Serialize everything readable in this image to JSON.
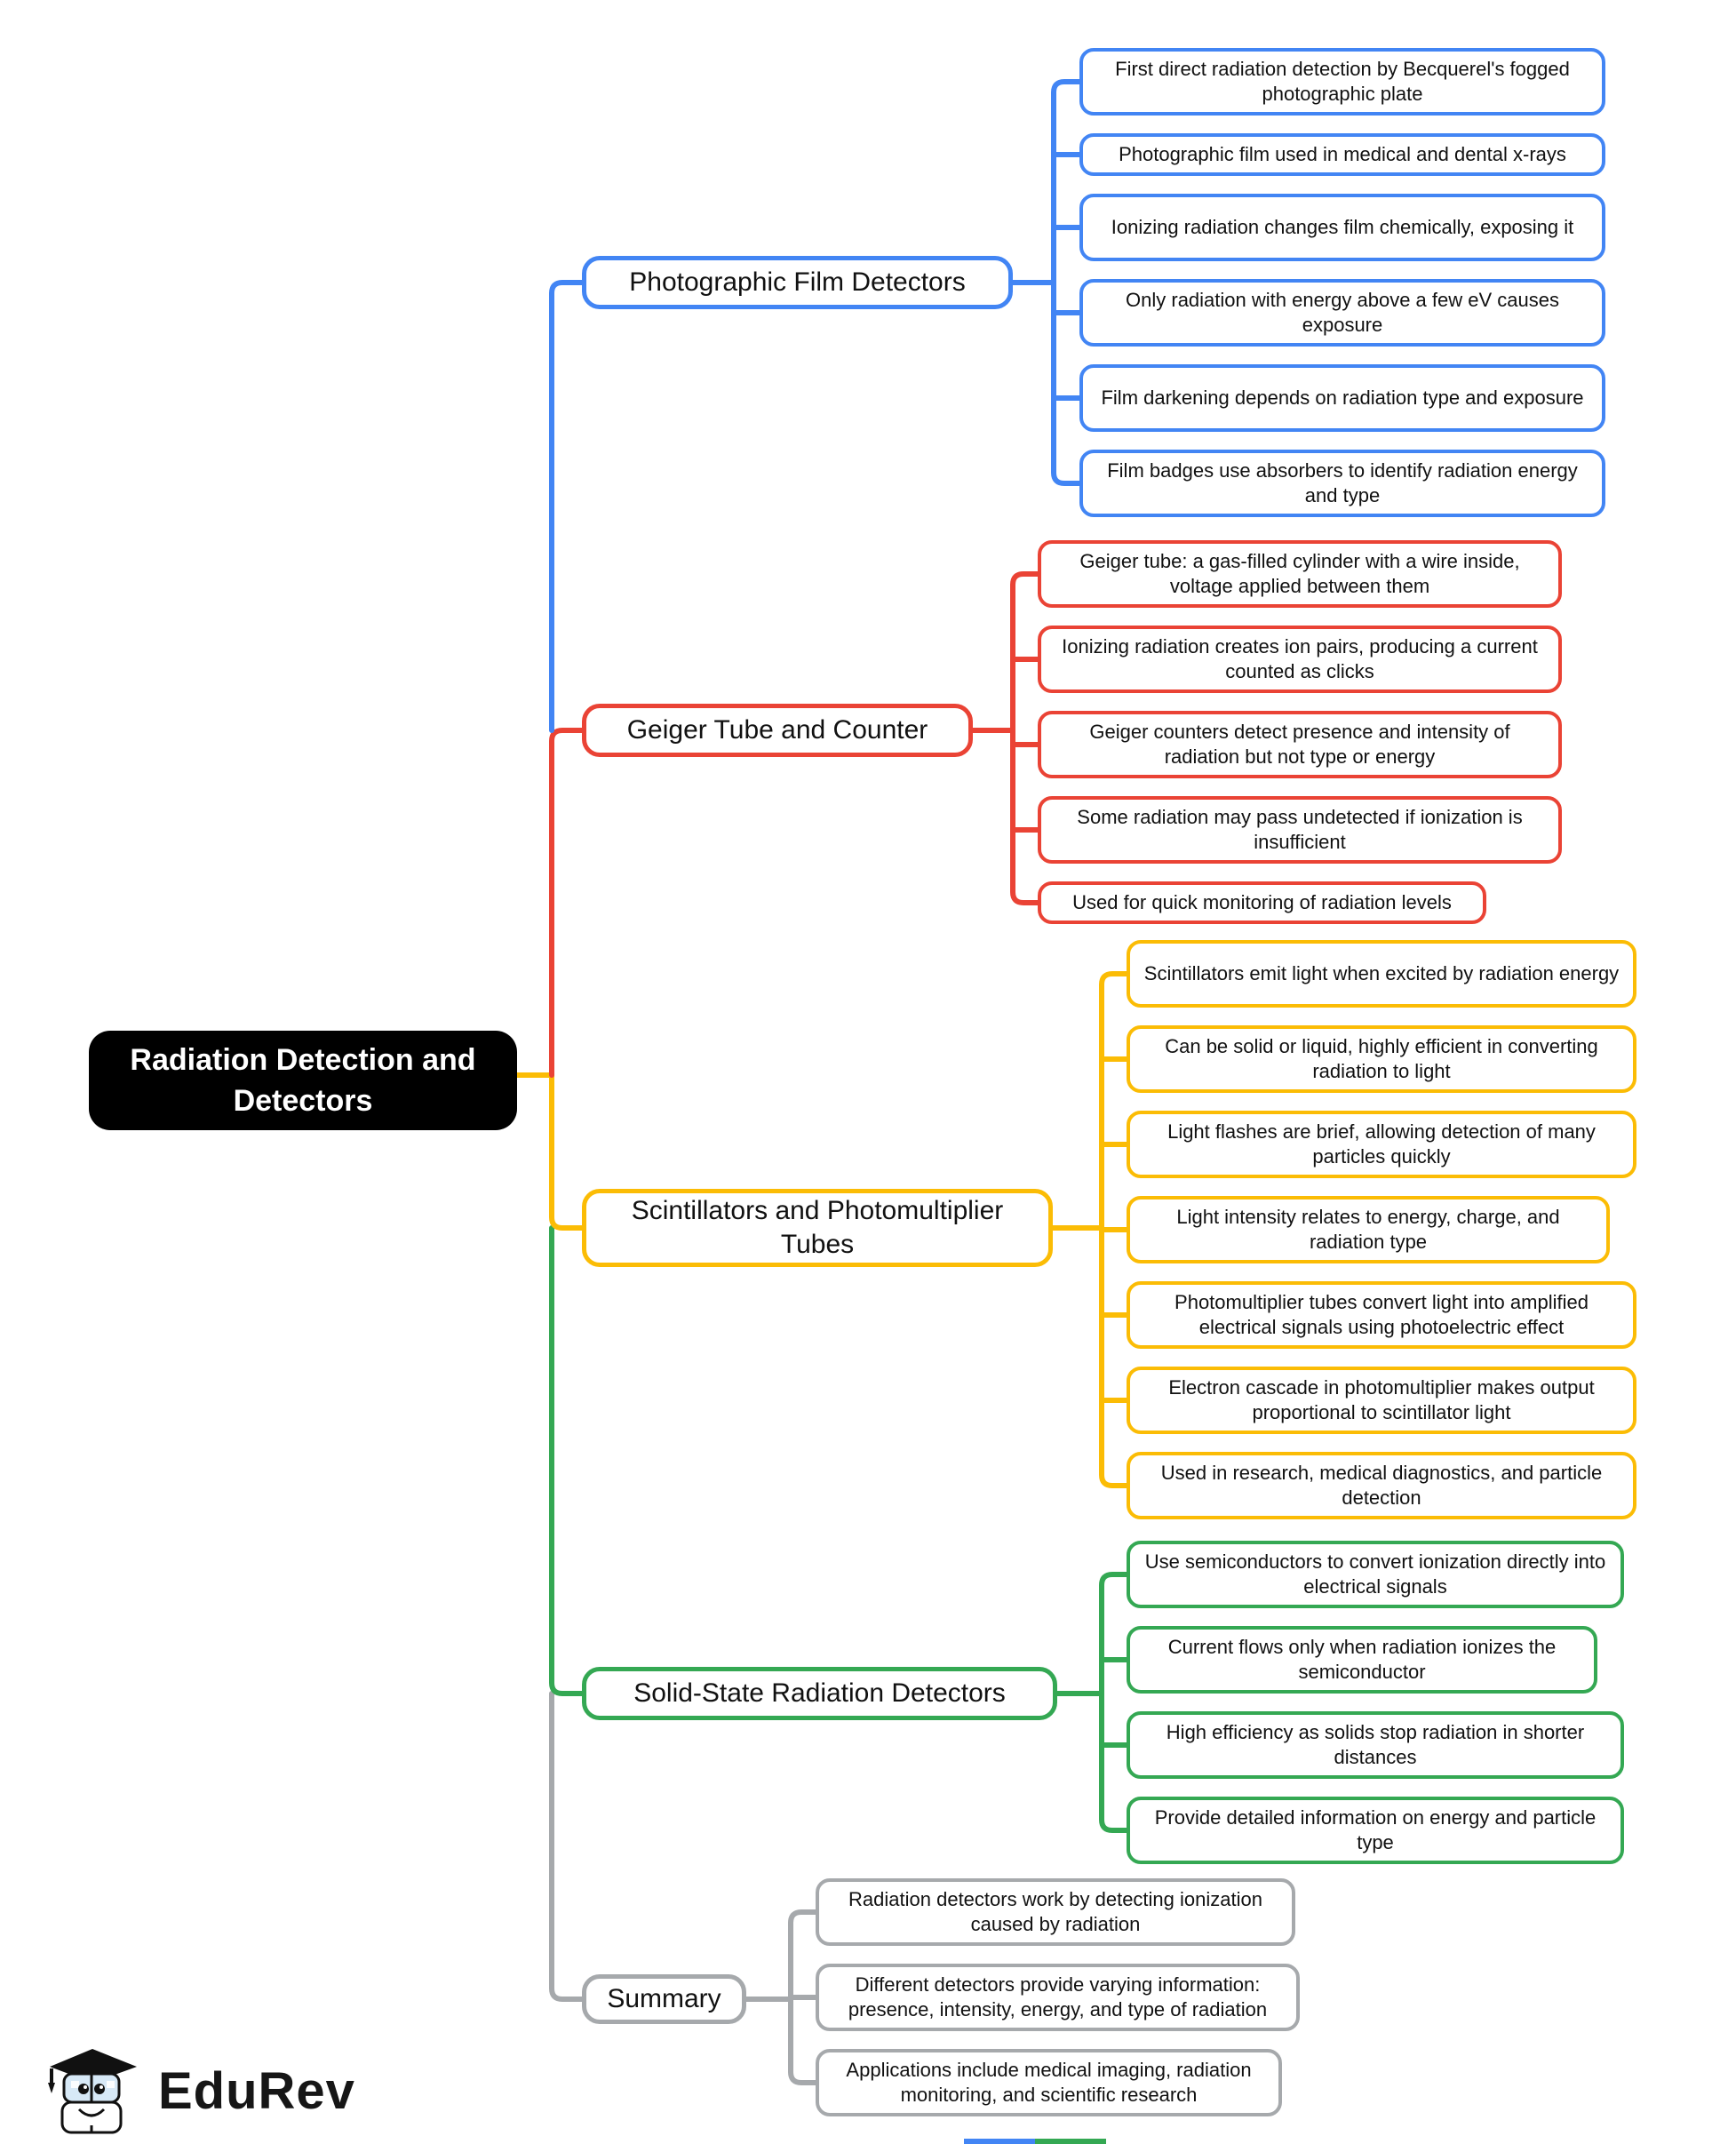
{
  "root": {
    "label": "Radiation Detection and Detectors",
    "bg_color": "#000000",
    "text_color": "#ffffff"
  },
  "branches": [
    {
      "id": "photographic-film-detectors",
      "label": "Photographic Film Detectors",
      "color": "#4285F4",
      "leaves": [
        "First direct radiation detection by Becquerel's fogged photographic plate",
        "Photographic film used in medical and dental x-rays",
        "Ionizing radiation changes film chemically, exposing it",
        "Only radiation with energy above a few eV causes exposure",
        "Film darkening depends on radiation type and exposure",
        "Film badges use absorbers to identify radiation energy and type"
      ]
    },
    {
      "id": "geiger-tube-and-counter",
      "label": "Geiger Tube and Counter",
      "color": "#EA4335",
      "leaves": [
        "Geiger tube: a gas-filled cylinder with a wire inside, voltage applied between them",
        "Ionizing radiation creates ion pairs, producing a current counted as clicks",
        "Geiger counters detect presence and intensity of radiation but not type or energy",
        "Some radiation may pass undetected if ionization is insufficient",
        "Used for quick monitoring of radiation levels"
      ]
    },
    {
      "id": "scintillators-and-photomultiplier-tubes",
      "label": "Scintillators and Photomultiplier Tubes",
      "color": "#FBBC05",
      "leaves": [
        "Scintillators emit light when excited by radiation energy",
        "Can be solid or liquid, highly efficient in converting radiation to light",
        "Light flashes are brief, allowing detection of many particles quickly",
        "Light intensity relates to energy, charge, and radiation type",
        "Photomultiplier tubes convert light into amplified electrical signals using photoelectric effect",
        "Electron cascade in photomultiplier makes output proportional to scintillator light",
        "Used in research, medical diagnostics, and particle detection"
      ]
    },
    {
      "id": "solid-state-radiation-detectors",
      "label": "Solid-State Radiation Detectors",
      "color": "#34A853",
      "leaves": [
        "Use semiconductors to convert ionization directly into electrical signals",
        "Current flows only when radiation ionizes the semiconductor",
        "High efficiency as solids stop radiation in shorter distances",
        "Provide detailed information on energy and particle type"
      ]
    },
    {
      "id": "summary",
      "label": "Summary",
      "color": "#A6A9AC",
      "leaves": [
        "Radiation detectors work by detecting ionization caused by radiation",
        "Different detectors provide varying information: presence, intensity, energy, and type of radiation",
        "Applications include medical imaging, radiation monitoring, and scientific research"
      ]
    }
  ],
  "logo": {
    "text": "EduRev"
  },
  "footer_bar": {
    "left_color": "#4285F4",
    "right_color": "#34A853"
  }
}
